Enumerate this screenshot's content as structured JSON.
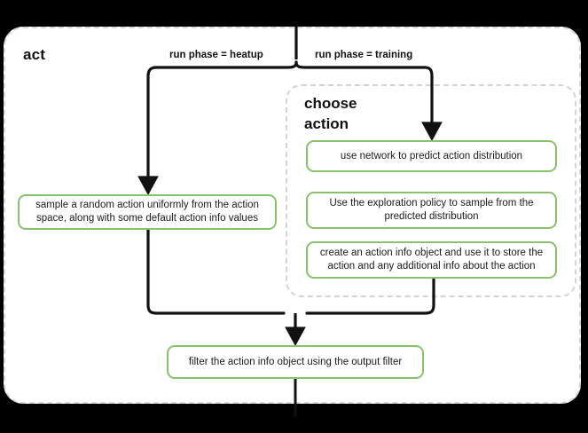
{
  "diagram": {
    "title": "act",
    "background_color": "#000000",
    "card_color": "#ffffff",
    "accent_color": "#85c46c",
    "dashed_border_color": "#d8d8d8",
    "connector_color": "#111111"
  },
  "subgroup": {
    "title": "choose\naction",
    "title_line1": "choose",
    "title_line2": "action"
  },
  "edges": {
    "heatup_label": "run phase = heatup",
    "training_label": "run phase = training"
  },
  "nodes": {
    "sample_random_action": "sample a random action uniformly from the action space, along with some default action info values",
    "use_network": "use network to predict action distribution",
    "exploration_policy": "Use the exploration policy to sample from the predicted distribution",
    "create_action_info": "create an action info object and use it to store the action and any additional info about the action",
    "filter_action_info": "filter the action info object using the output filter"
  }
}
